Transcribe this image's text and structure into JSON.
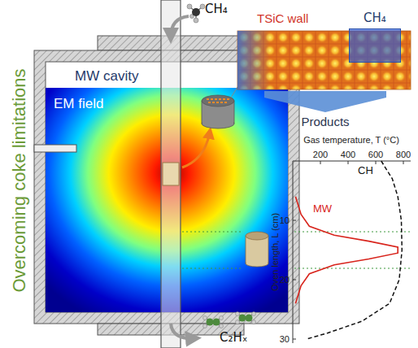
{
  "diagram": {
    "nodes": [
      {
        "text": [
          "CH₄"
        ]
      },
      {
        "text": [
          "Products"
        ]
      }
    ],
    "labels": [
      "CH₄",
      "MW cavity",
      "EM field",
      "Overcoming coke limitations",
      "TSiC wall",
      "Gas temperature, T (°C)",
      "200",
      "400",
      "600",
      "800",
      "Oven length, L (cm)",
      "10",
      "20",
      "30",
      "MW",
      "CH",
      "C₂Hₓ"
    ]
  }
}
